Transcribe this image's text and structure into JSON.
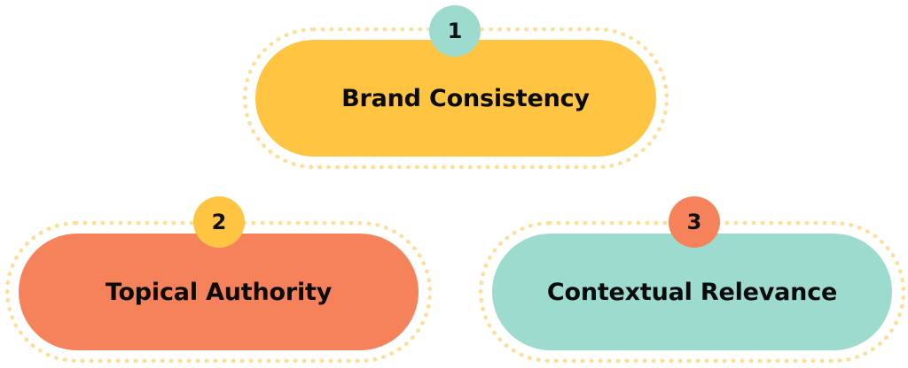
{
  "diagram": {
    "type": "numbered-pill-list",
    "colors": {
      "yellow": "#ffc542",
      "coral": "#f5825a",
      "teal": "#9cdbce",
      "outline": "#ffde98",
      "text": "#0b0b0b"
    },
    "nodes": [
      {
        "number": "1",
        "label": "Brand Consistency",
        "pill_color": "#ffc542",
        "badge_color": "#9cdbce"
      },
      {
        "number": "2",
        "label": "Topical Authority",
        "pill_color": "#f5825a",
        "badge_color": "#ffc542"
      },
      {
        "number": "3",
        "label": "Contextual Relevance",
        "pill_color": "#9cdbce",
        "badge_color": "#f5825a"
      }
    ]
  }
}
